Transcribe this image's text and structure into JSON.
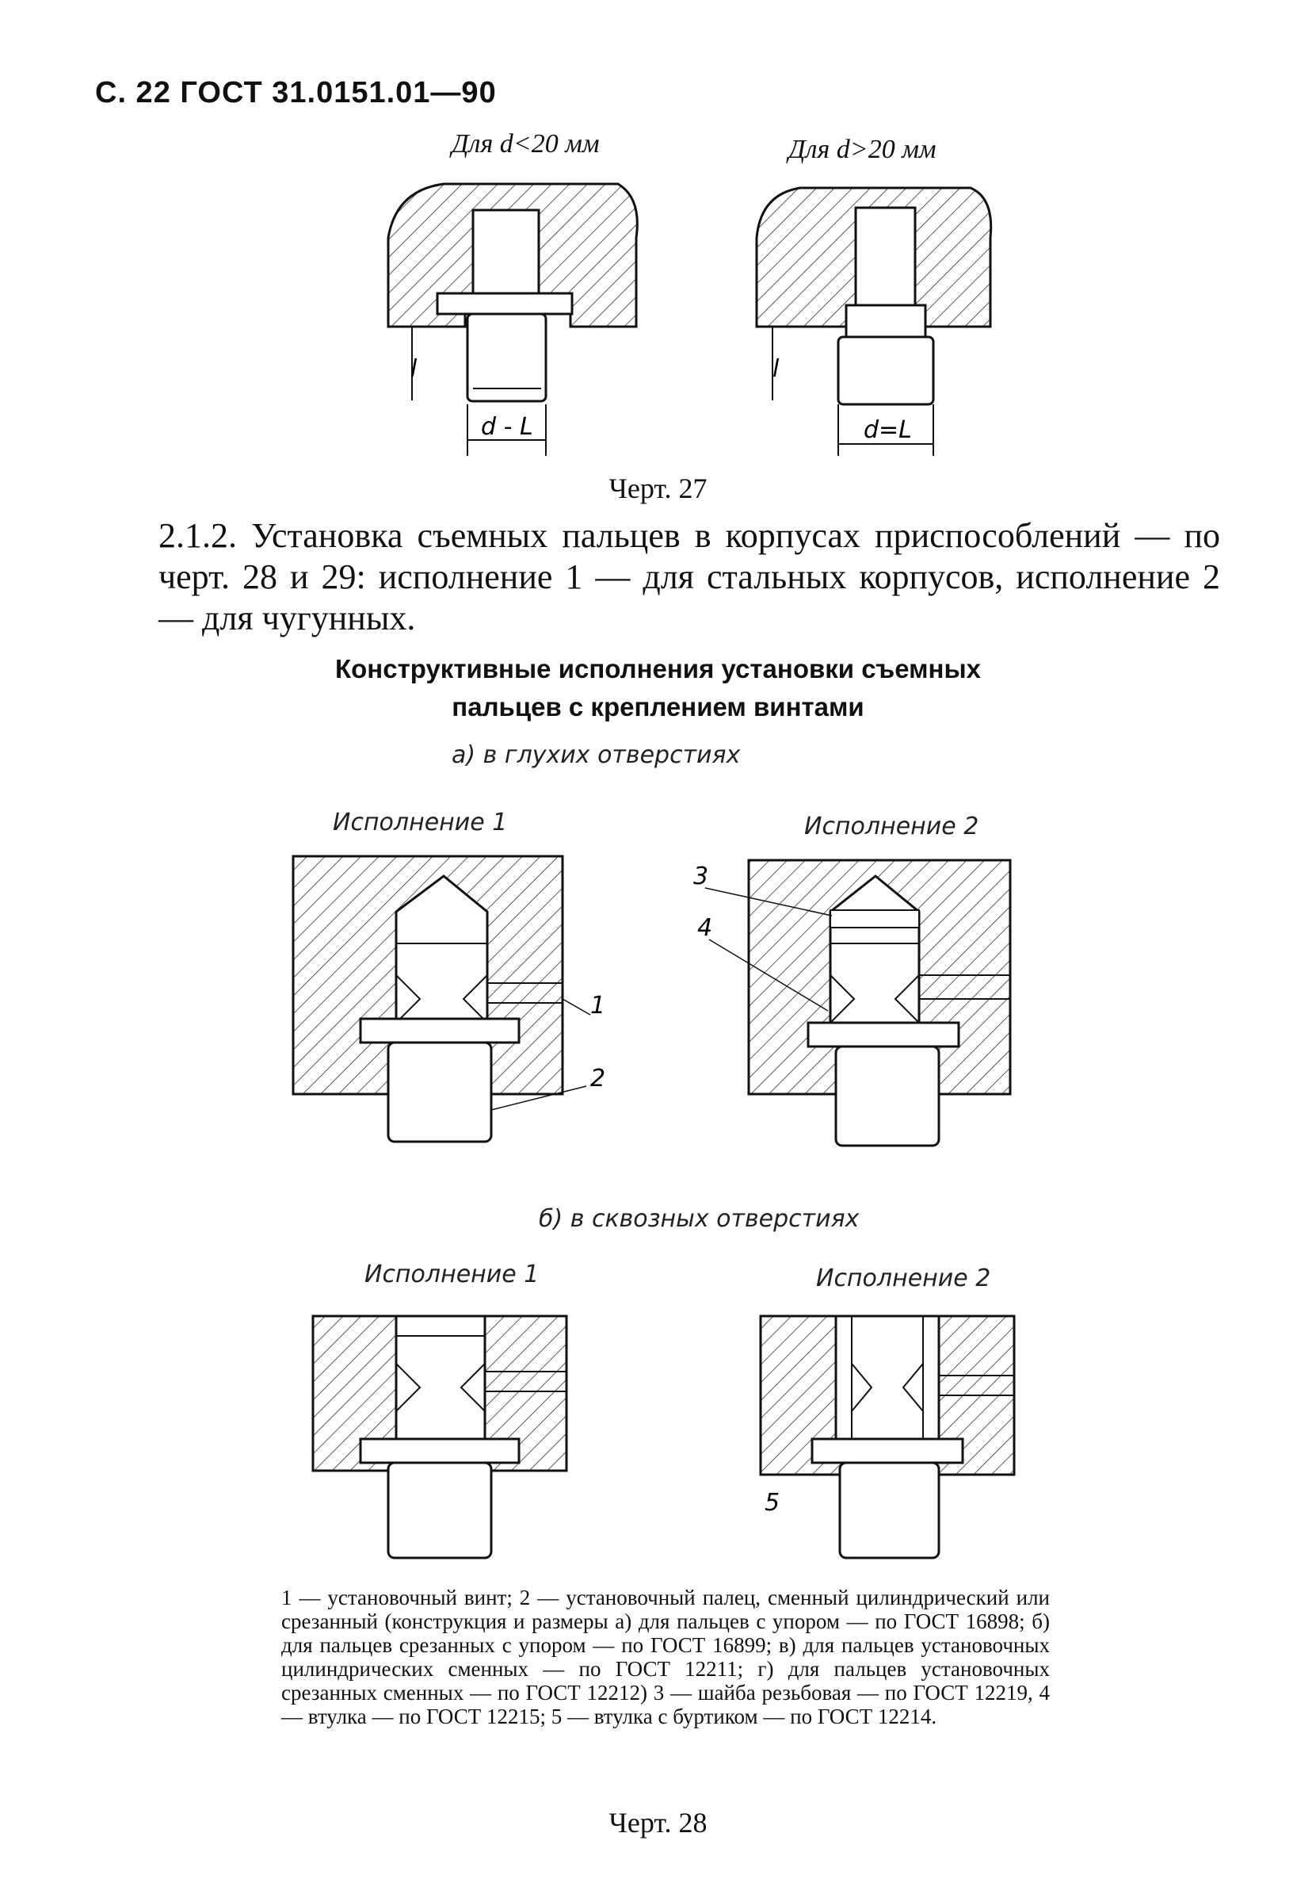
{
  "header": "С. 22 ГОСТ 31.0151.01—90",
  "fig27": {
    "caption_left": "Для d<20 мм",
    "caption_right": "Для d>20 мм",
    "dim_l": "l",
    "dim_left": "d - L",
    "dim_right": "d=L",
    "title": "Черт. 27"
  },
  "paragraph": "2.1.2. Установка съемных пальцев в корпусах приспособлений — по черт. 28 и 29: исполнение 1 — для стальных корпусов, исполнение 2 — для чугунных.",
  "section_title_1": "Конструктивные исполнения установки съемных",
  "section_title_2": "пальцев с креплением винтами",
  "fig28": {
    "sub_a": "а) в глухих отверстиях",
    "variant_a1": "Исполнение 1",
    "variant_a2": "Исполнение 2",
    "sub_b": "б) в сквозных отверстиях",
    "variant_b1": "Исполнение 1",
    "variant_b2": "Исполнение 2",
    "callouts": [
      "1",
      "2",
      "3",
      "4",
      "5"
    ],
    "legend": "1 — установочный винт; 2 — установочный палец, сменный цилиндрический или срезанный (конструкция и размеры а) для пальцев с упором — по ГОСТ 16898; б) для пальцев срезанных с упором — по ГОСТ 16899; в) для пальцев установочных цилиндрических сменных — по ГОСТ 12211; г) для пальцев установочных срезанных сменных — по ГОСТ 12212) 3 — шайба резьбовая — по ГОСТ 12219, 4 — втулка — по ГОСТ 12215; 5 — втулка с буртиком — по ГОСТ 12214.",
    "title": "Черт. 28"
  }
}
